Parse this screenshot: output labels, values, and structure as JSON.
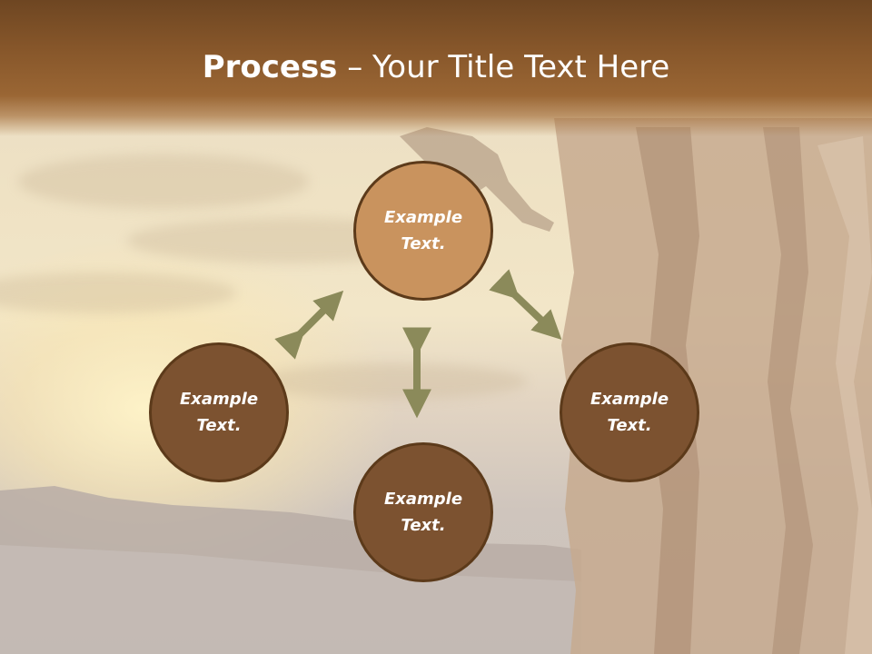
{
  "title": {
    "bold": "Process",
    "rest": " – Your Title Text Here"
  },
  "nodes": {
    "top": "Example Text.",
    "left": "Example Text.",
    "right": "Example Text.",
    "bottom": "Example Text."
  },
  "colors": {
    "header": "#8a5a2c",
    "node_dark": "#7c5230",
    "node_light": "#c9935e",
    "node_border": "#5c3a1a",
    "arrow": "#8b8a5a"
  }
}
